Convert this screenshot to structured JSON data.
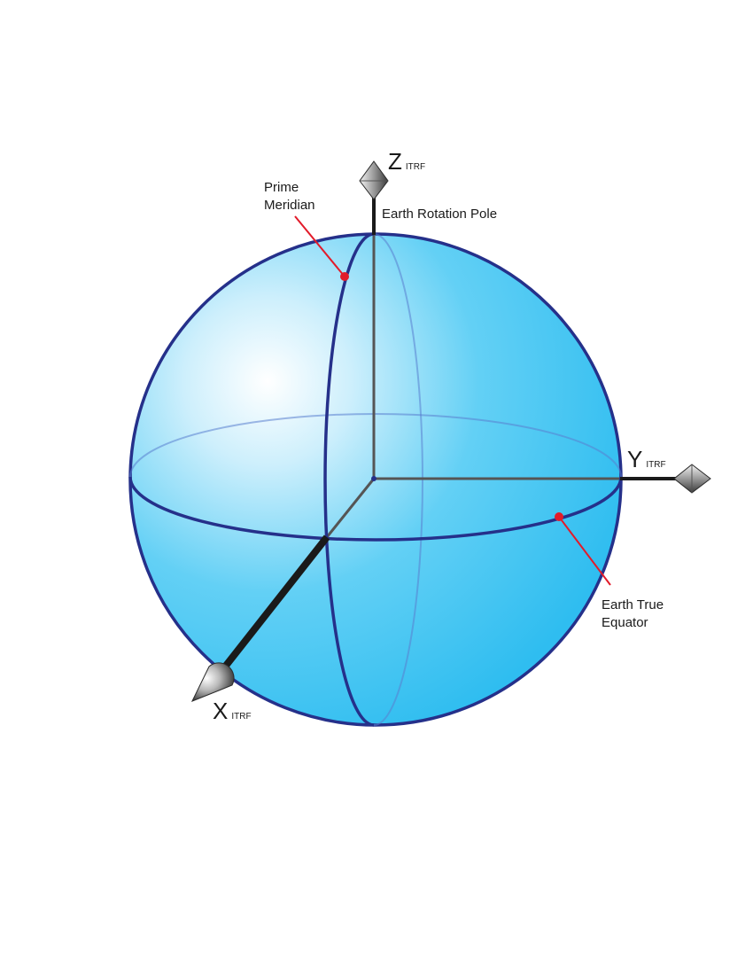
{
  "axes": {
    "z": {
      "letter": "Z",
      "sub": "ITRF"
    },
    "y": {
      "letter": "Y",
      "sub": "ITRF"
    },
    "x": {
      "letter": "X",
      "sub": "ITRF"
    }
  },
  "labels": {
    "prime_meridian_line1": "Prime",
    "prime_meridian_line2": "Meridian",
    "rotation_pole": "Earth Rotation Pole",
    "equator_line1": "Earth True",
    "equator_line2": "Equator"
  },
  "colors": {
    "sphere_outline": "#25308a",
    "sphere_fill": "#3cc6f2",
    "sphere_highlight": "#ffffff",
    "callout_red": "#e21b2a",
    "axis_dark": "#1a1a1a",
    "axis_inner": "#555555"
  }
}
